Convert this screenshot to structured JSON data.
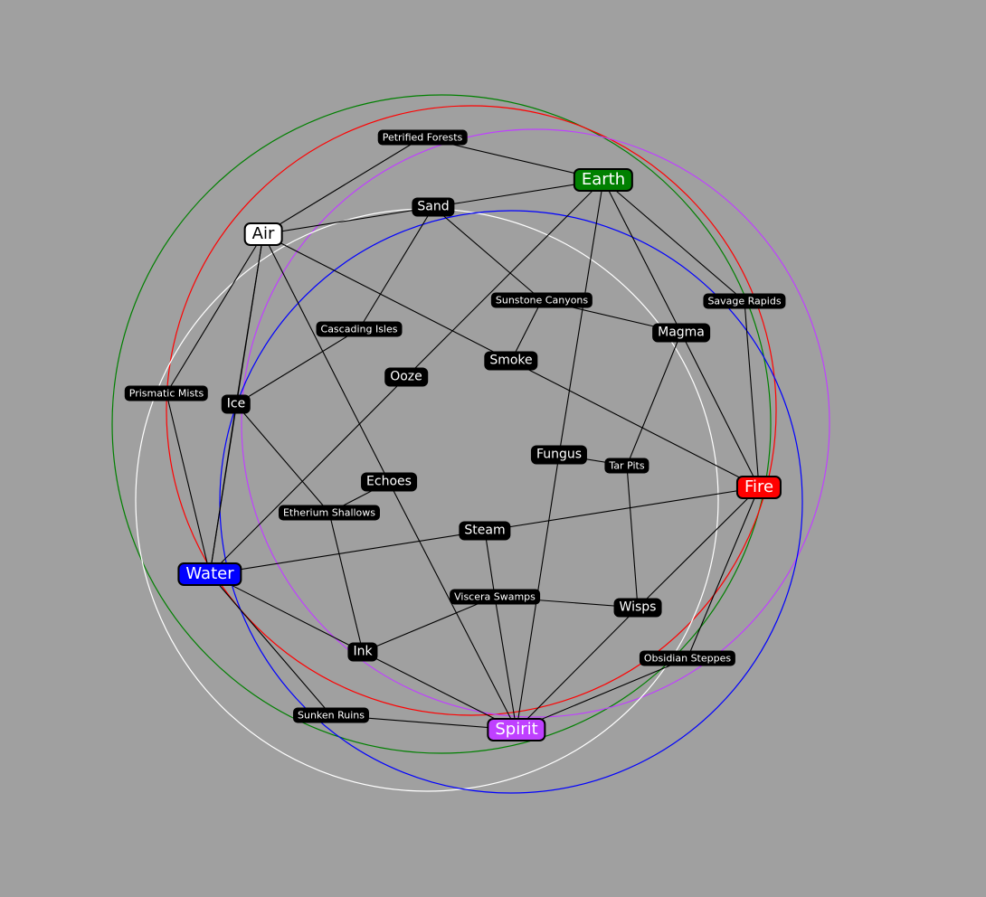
{
  "nodes": [
    {
      "id": "petrified-forests",
      "label": "Petrified Forests",
      "kind": "small"
    },
    {
      "id": "earth",
      "label": "Earth",
      "kind": "element",
      "bg": "#008000",
      "fg": "#ffffff"
    },
    {
      "id": "sand",
      "label": "Sand",
      "kind": "normal"
    },
    {
      "id": "air",
      "label": "Air",
      "kind": "element",
      "bg": "#ffffff",
      "fg": "#000000"
    },
    {
      "id": "sunstone-canyons",
      "label": "Sunstone Canyons",
      "kind": "small"
    },
    {
      "id": "savage-rapids",
      "label": "Savage Rapids",
      "kind": "small"
    },
    {
      "id": "cascading-isles",
      "label": "Cascading Isles",
      "kind": "small"
    },
    {
      "id": "magma",
      "label": "Magma",
      "kind": "normal"
    },
    {
      "id": "smoke",
      "label": "Smoke",
      "kind": "normal"
    },
    {
      "id": "ooze",
      "label": "Ooze",
      "kind": "normal"
    },
    {
      "id": "prismatic-mists",
      "label": "Prismatic Mists",
      "kind": "small"
    },
    {
      "id": "ice",
      "label": "Ice",
      "kind": "normal"
    },
    {
      "id": "fungus",
      "label": "Fungus",
      "kind": "normal"
    },
    {
      "id": "tar-pits",
      "label": "Tar Pits",
      "kind": "small"
    },
    {
      "id": "echoes",
      "label": "Echoes",
      "kind": "normal"
    },
    {
      "id": "fire",
      "label": "Fire",
      "kind": "element",
      "bg": "#ff0000",
      "fg": "#ffffff"
    },
    {
      "id": "etherium-shallows",
      "label": "Etherium Shallows",
      "kind": "small"
    },
    {
      "id": "steam",
      "label": "Steam",
      "kind": "normal"
    },
    {
      "id": "water",
      "label": "Water",
      "kind": "element",
      "bg": "#0000ff",
      "fg": "#ffffff"
    },
    {
      "id": "viscera-swamps",
      "label": "Viscera Swamps",
      "kind": "small"
    },
    {
      "id": "wisps",
      "label": "Wisps",
      "kind": "normal"
    },
    {
      "id": "ink",
      "label": "Ink",
      "kind": "normal"
    },
    {
      "id": "obsidian-steppes",
      "label": "Obsidian Steppes",
      "kind": "small"
    },
    {
      "id": "sunken-ruins",
      "label": "Sunken Ruins",
      "kind": "small"
    },
    {
      "id": "spirit",
      "label": "Spirit",
      "kind": "element",
      "bg": "#bf40ff",
      "fg": "#ffffff"
    }
  ],
  "edges": [
    [
      "petrified-forests",
      "air"
    ],
    [
      "petrified-forests",
      "earth"
    ],
    [
      "earth",
      "sand"
    ],
    [
      "earth",
      "ooze"
    ],
    [
      "earth",
      "savage-rapids"
    ],
    [
      "earth",
      "magma"
    ],
    [
      "earth",
      "fungus"
    ],
    [
      "sand",
      "air"
    ],
    [
      "sand",
      "cascading-isles"
    ],
    [
      "sand",
      "sunstone-canyons"
    ],
    [
      "air",
      "prismatic-mists"
    ],
    [
      "air",
      "ice"
    ],
    [
      "air",
      "water"
    ],
    [
      "air",
      "smoke"
    ],
    [
      "air",
      "echoes"
    ],
    [
      "sunstone-canyons",
      "magma"
    ],
    [
      "sunstone-canyons",
      "smoke"
    ],
    [
      "savage-rapids",
      "fire"
    ],
    [
      "cascading-isles",
      "ice"
    ],
    [
      "magma",
      "fire"
    ],
    [
      "magma",
      "tar-pits"
    ],
    [
      "smoke",
      "fire"
    ],
    [
      "ooze",
      "water"
    ],
    [
      "prismatic-mists",
      "water"
    ],
    [
      "ice",
      "water"
    ],
    [
      "ice",
      "etherium-shallows"
    ],
    [
      "fungus",
      "spirit"
    ],
    [
      "fungus",
      "tar-pits"
    ],
    [
      "tar-pits",
      "wisps"
    ],
    [
      "echoes",
      "spirit"
    ],
    [
      "echoes",
      "etherium-shallows"
    ],
    [
      "fire",
      "steam"
    ],
    [
      "fire",
      "wisps"
    ],
    [
      "fire",
      "obsidian-steppes"
    ],
    [
      "etherium-shallows",
      "ink"
    ],
    [
      "steam",
      "water"
    ],
    [
      "steam",
      "viscera-swamps"
    ],
    [
      "water",
      "ink"
    ],
    [
      "water",
      "sunken-ruins"
    ],
    [
      "viscera-swamps",
      "wisps"
    ],
    [
      "viscera-swamps",
      "ink"
    ],
    [
      "viscera-swamps",
      "spirit"
    ],
    [
      "wisps",
      "spirit"
    ],
    [
      "ink",
      "spirit"
    ],
    [
      "obsidian-steppes",
      "spirit"
    ],
    [
      "sunken-ruins",
      "spirit"
    ]
  ],
  "rings": [
    {
      "id": "earth-ring",
      "color": "#008000"
    },
    {
      "id": "fire-ring",
      "color": "#ff0000"
    },
    {
      "id": "spirit-ring",
      "color": "#bf40ff"
    },
    {
      "id": "air-ring",
      "color": "#ffffff"
    },
    {
      "id": "water-ring",
      "color": "#0000ff"
    }
  ]
}
